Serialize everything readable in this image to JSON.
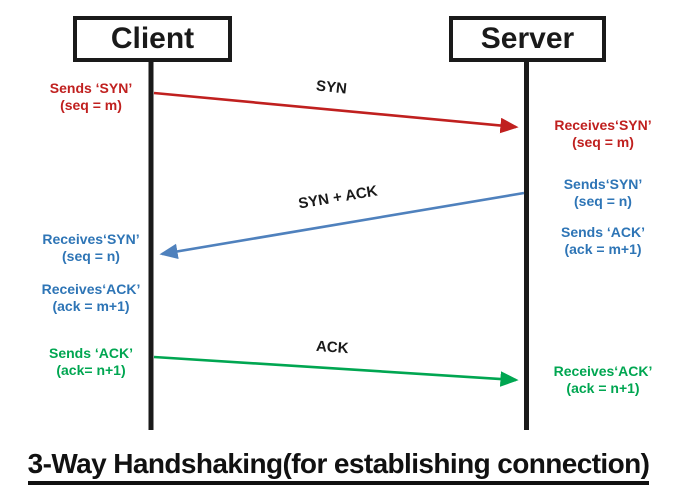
{
  "colors": {
    "red": "#c0201f",
    "blue_text": "#2e75b6",
    "blue_arrow": "#4f81bd",
    "green": "#00a651",
    "black": "#1a1a1a",
    "background": "#ffffff"
  },
  "actors": {
    "client": "Client",
    "server": "Server"
  },
  "messages": {
    "syn": {
      "label": "SYN"
    },
    "synack": {
      "label": "SYN + ACK"
    },
    "ack": {
      "label": "ACK"
    }
  },
  "annotations": {
    "client_sends_syn": {
      "line1": "Sends ‘SYN’",
      "line2": "(seq = m)"
    },
    "server_receives_syn": {
      "line1": "Receives‘SYN’",
      "line2": "(seq = m)"
    },
    "server_sends_syn": {
      "line1": "Sends‘SYN’",
      "line2": "(seq = n)"
    },
    "server_sends_ack": {
      "line1": "Sends ‘ACK’",
      "line2": "(ack = m+1)"
    },
    "client_receives_syn": {
      "line1": "Receives‘SYN’",
      "line2": "(seq = n)"
    },
    "client_receives_ack": {
      "line1": "Receives‘ACK’",
      "line2": "(ack = m+1)"
    },
    "client_sends_ack": {
      "line1": "Sends ‘ACK’",
      "line2": "(ack= n+1)"
    },
    "server_receives_ack": {
      "line1": "Receives‘ACK’",
      "line2": "(ack = n+1)"
    }
  },
  "title": "3-Way Handshaking(for establishing connection)"
}
